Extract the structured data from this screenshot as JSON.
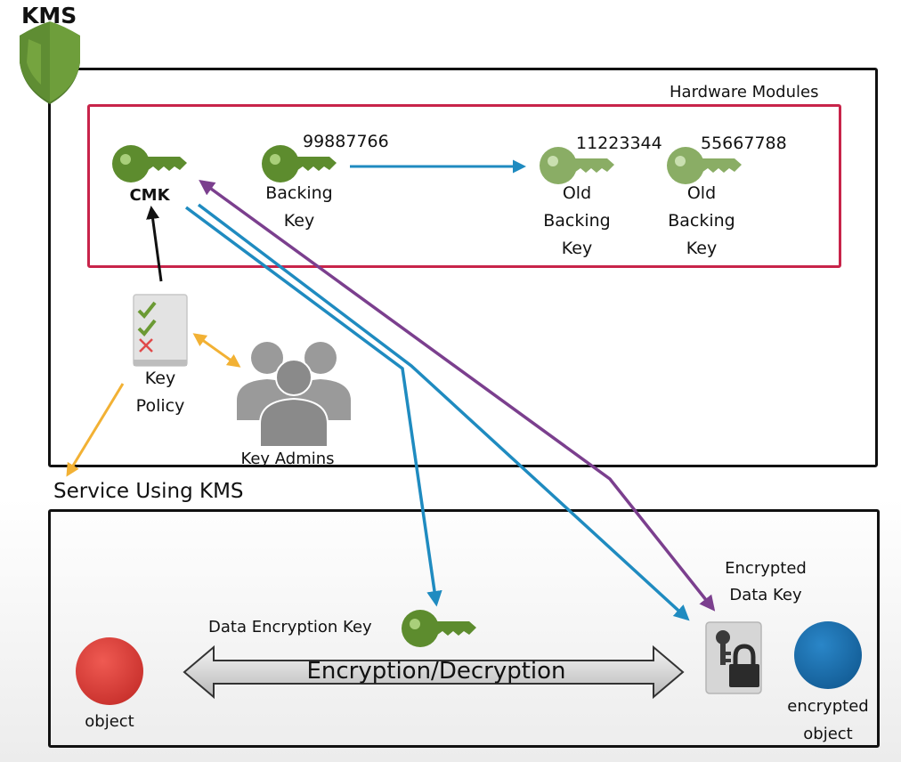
{
  "kms": {
    "title": "KMS",
    "hardware_modules_label": "Hardware Modules"
  },
  "keys": {
    "cmk_label": "CMK",
    "backing_key": {
      "number": "99887766",
      "label_line1": "Backing",
      "label_line2": "Key"
    },
    "old_backing_keys": [
      {
        "number": "11223344",
        "label_line1": "Old",
        "label_line2": "Backing",
        "label_line3": "Key"
      },
      {
        "number": "55667788",
        "label_line1": "Old",
        "label_line2": "Backing",
        "label_line3": "Key"
      }
    ]
  },
  "key_policy": {
    "label_line1": "Key",
    "label_line2": "Policy"
  },
  "key_admins": {
    "label": "Key Admins"
  },
  "service": {
    "title": "Service Using KMS",
    "data_encryption_key_label": "Data Encryption Key",
    "encryption_label": "Encryption/Decryption",
    "object_label": "object",
    "encrypted_data_key": {
      "label_line1": "Encrypted",
      "label_line2": "Data Key"
    },
    "encrypted_object": {
      "label_line1": "encrypted",
      "label_line2": "object"
    }
  },
  "colors": {
    "key_green": "#6b9a34",
    "key_green_light": "#9bc46a",
    "arrow_blue": "#1f8bc0",
    "arrow_purple": "#7b3f8e",
    "arrow_yellow": "#f2b134",
    "hw_border": "#c8244a",
    "object_red": "#d93a3a",
    "encrypted_blue": "#1a6fae"
  },
  "icons": [
    "kms-shield-icon",
    "cmk-key-icon",
    "backing-key-icon",
    "old-backing-key-icon",
    "key-policy-icon",
    "key-admins-icon",
    "data-encryption-key-icon",
    "encrypted-data-key-icon",
    "object-icon",
    "encrypted-object-icon"
  ]
}
